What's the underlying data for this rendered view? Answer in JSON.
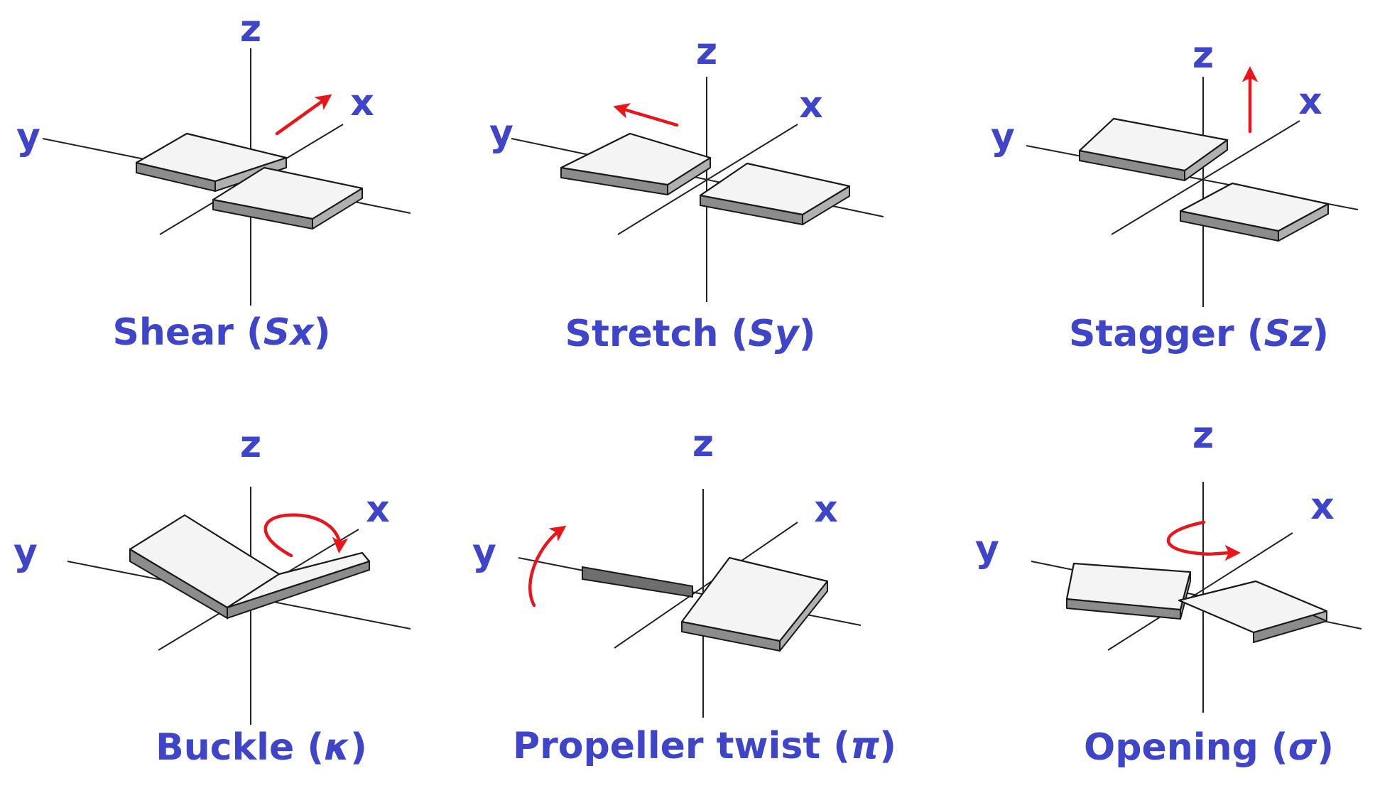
{
  "colors": {
    "label": "#3f45c9",
    "arrow": "#e8151b",
    "axis": "#222222",
    "plate_top": "#f4f4f4",
    "plate_side": "#8c8c8c",
    "plate_edge": "#1a1a1a"
  },
  "axis_labels": {
    "x": "x",
    "y": "y",
    "z": "z"
  },
  "panels": [
    {
      "id": "shear",
      "name": "Shear",
      "symbol": "Sx",
      "motion": "translation along x"
    },
    {
      "id": "stretch",
      "name": "Stretch",
      "symbol": "Sy",
      "motion": "translation along y"
    },
    {
      "id": "stagger",
      "name": "Stagger",
      "symbol": "Sz",
      "motion": "translation along z"
    },
    {
      "id": "buckle",
      "name": "Buckle",
      "symbol": "κ",
      "motion": "rotation about x"
    },
    {
      "id": "propeller",
      "name": "Propeller twist",
      "symbol": "π",
      "motion": "rotation about y"
    },
    {
      "id": "opening",
      "name": "Opening",
      "symbol": "σ",
      "motion": "rotation about z"
    }
  ]
}
